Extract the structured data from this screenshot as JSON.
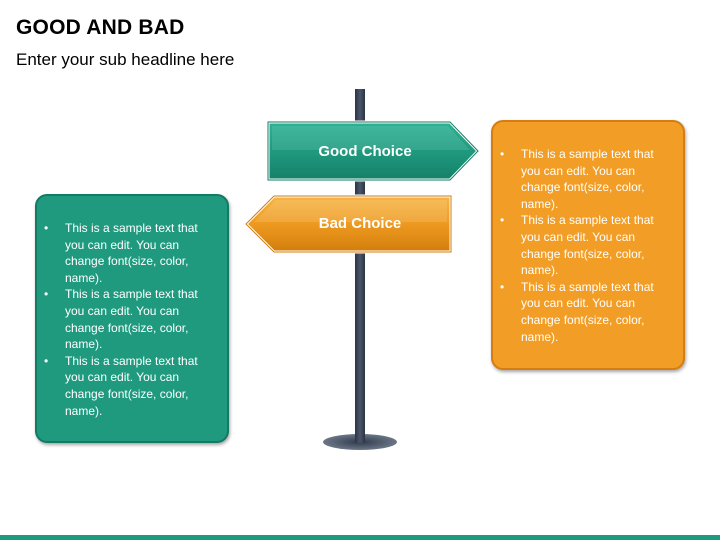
{
  "title": "GOOD AND BAD",
  "subtitle": "Enter your sub headline here",
  "signs": {
    "good": "Good Choice",
    "bad": "Bad Choice"
  },
  "left_box": {
    "items": [
      "This is a sample text that you can edit. You can change font(size, color, name).",
      "This is a sample text that you can edit. You can change font(size, color, name).",
      "This is a sample text that you can edit. You can change font(size, color, name)."
    ]
  },
  "right_box": {
    "items": [
      "This is a sample text that you can edit. You can change font(size, color, name).",
      "This is a sample text that you can edit. You can change font(size, color, name).",
      "This is a sample text that you can edit. You can change font(size, color, name)."
    ]
  },
  "colors": {
    "green": "#1f9a7f",
    "orange": "#f29d25",
    "pole": "#3d4a5c"
  }
}
